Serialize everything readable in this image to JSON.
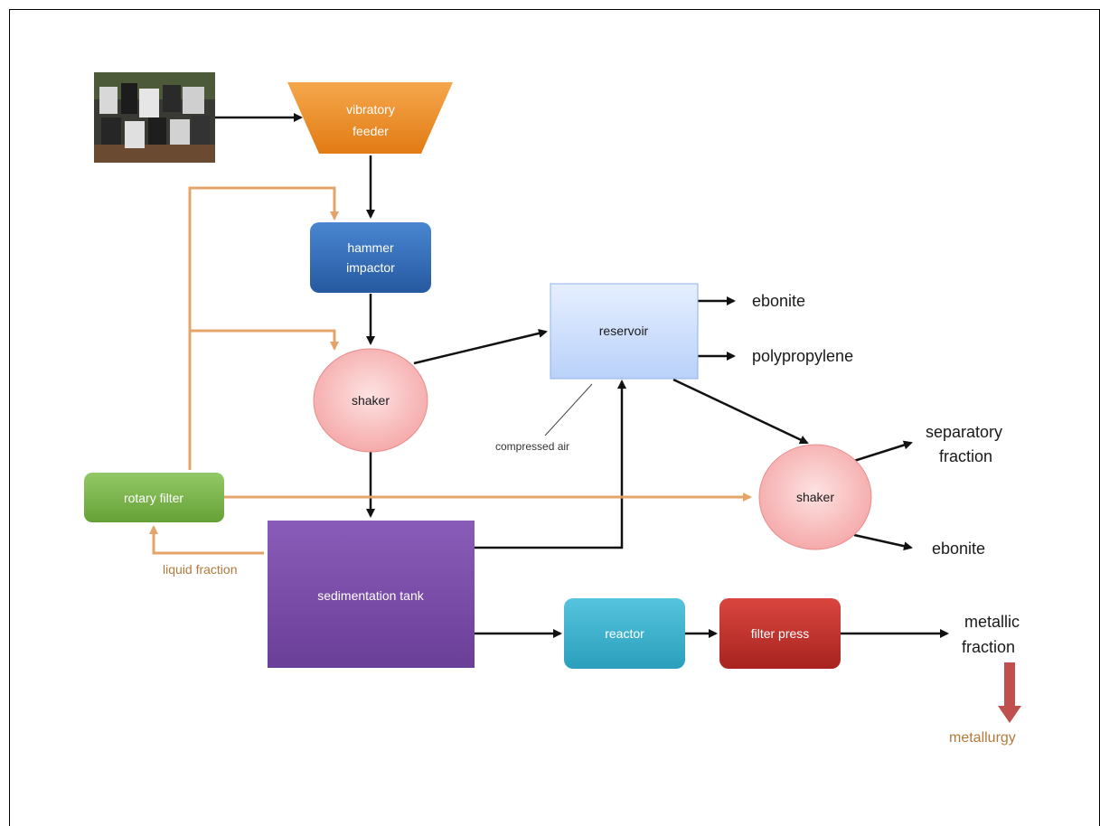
{
  "nodes": {
    "vibratory_feeder": [
      "vibratory",
      "feeder"
    ],
    "hammer_impactor": [
      "hammer",
      "impactor"
    ],
    "shaker_1": "shaker",
    "reservoir": "reservoir",
    "rotary_filter": "rotary filter",
    "sedimentation_tank": "sedimentation tank",
    "shaker_2": "shaker",
    "reactor": "reactor",
    "filter_press": "filter press"
  },
  "outputs": {
    "ebonite_1": "ebonite",
    "polypropylene": "polypropylene",
    "separatory_fraction": [
      "separatory",
      "fraction"
    ],
    "ebonite_2": "ebonite",
    "metallic_fraction": [
      "metallic",
      "fraction"
    ],
    "metallurgy": "metallurgy"
  },
  "annotations": {
    "compressed_air": "compressed air",
    "liquid_fraction": "liquid fraction"
  },
  "colors": {
    "feeder": "#f08a24",
    "impactor": "#2f6db8",
    "shaker_fill": "#f8b4b4",
    "reservoir_fill": "#c9dcfb",
    "rotary_filter": "#7ab648",
    "sedimentation": "#7a4fa8",
    "reactor": "#36b3cf",
    "filter_press": "#c4302b",
    "recycle_line": "#e5a46a",
    "metallurgy_arrow": "#c0504d"
  },
  "icons": {
    "batteries_photo": "scrap-batteries-photo"
  }
}
